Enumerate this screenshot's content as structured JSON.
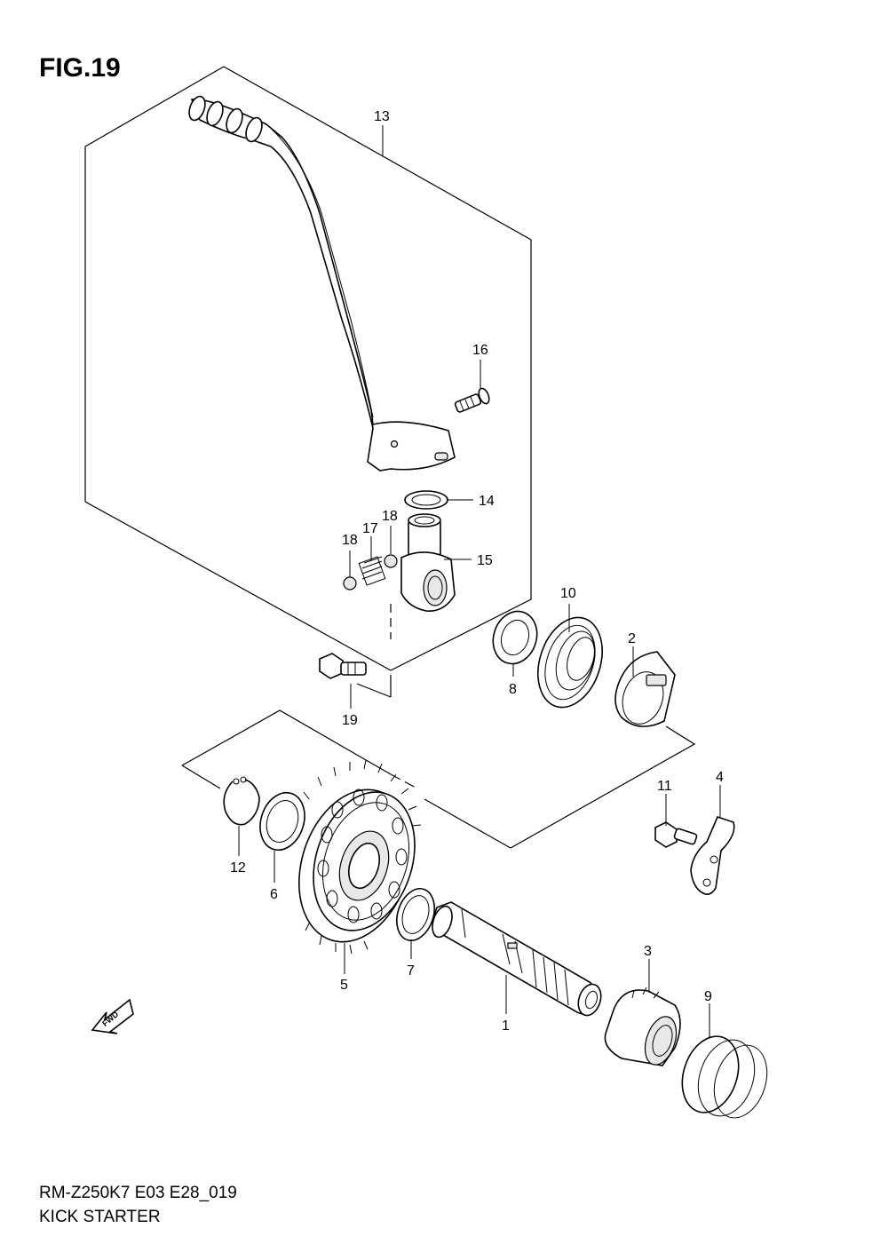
{
  "figure": {
    "title": "FIG.19"
  },
  "footer": {
    "code": "RM-Z250K7 E03 E28_019",
    "name": "KICK STARTER"
  },
  "fwd_arrow": {
    "label": "FWD"
  },
  "callouts": [
    "13",
    "16",
    "14",
    "18",
    "17",
    "18",
    "15",
    "19",
    "10",
    "8",
    "2",
    "11",
    "4",
    "12",
    "6",
    "5",
    "7",
    "1",
    "3",
    "9"
  ]
}
